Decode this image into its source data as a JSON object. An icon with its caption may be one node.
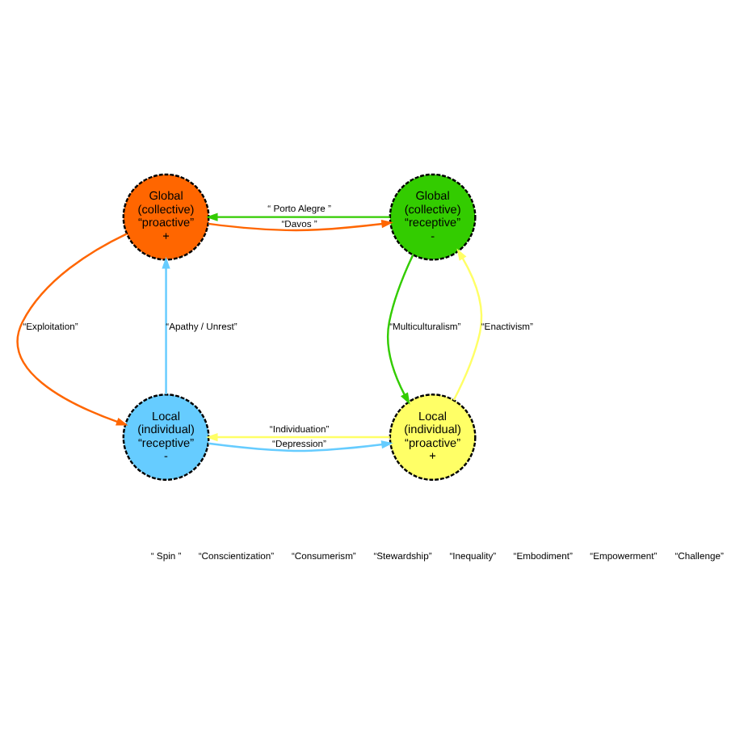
{
  "diagram": {
    "nodes": [
      {
        "text": [
          "Global (collective) “proactive”",
          "+"
        ]
      },
      {
        "text": [
          "Global (collective) “receptive”",
          "-"
        ]
      },
      {
        "text": [
          "Local (individual) “receptive”",
          "-"
        ]
      },
      {
        "text": [
          "Local (individual) “proactive”",
          "+"
        ]
      }
    ],
    "edges": [
      {
        "from": 0,
        "to": 1,
        "arrow": "to",
        "color": "#ff6600",
        "label": "“Davos ”"
      },
      {
        "from": 1,
        "to": 0,
        "arrow": "to",
        "color": "#33cc00",
        "label": "“ Porto Alegre ”"
      },
      {
        "from": 0,
        "to": 2,
        "arrow": "to",
        "color": "#ff6600",
        "label": "“Exploitation”"
      },
      {
        "from": 2,
        "to": 0,
        "arrow": "to",
        "color": "#66ccff",
        "label": "“Apathy / Unrest”"
      },
      {
        "from": 1,
        "to": 3,
        "arrow": "to",
        "color": "#33cc00",
        "label": "“Multiculturalism”"
      },
      {
        "from": 3,
        "to": 1,
        "arrow": "to",
        "color": "#ffff66",
        "label": "“Enactivism”"
      },
      {
        "from": 2,
        "to": 3,
        "arrow": "to",
        "color": "#66ccff",
        "label": "“Depression”"
      },
      {
        "from": 3,
        "to": 2,
        "arrow": "to",
        "color": "#ffff66",
        "label": "“Individuation”"
      }
    ],
    "labels": [
      "“ Spin ”",
      "“Conscientization”",
      "“Consumerism”",
      "“Stewardship”",
      "“Inequality”",
      "“Embodiment”",
      "“Empowerment”",
      "“Challenge”"
    ]
  }
}
